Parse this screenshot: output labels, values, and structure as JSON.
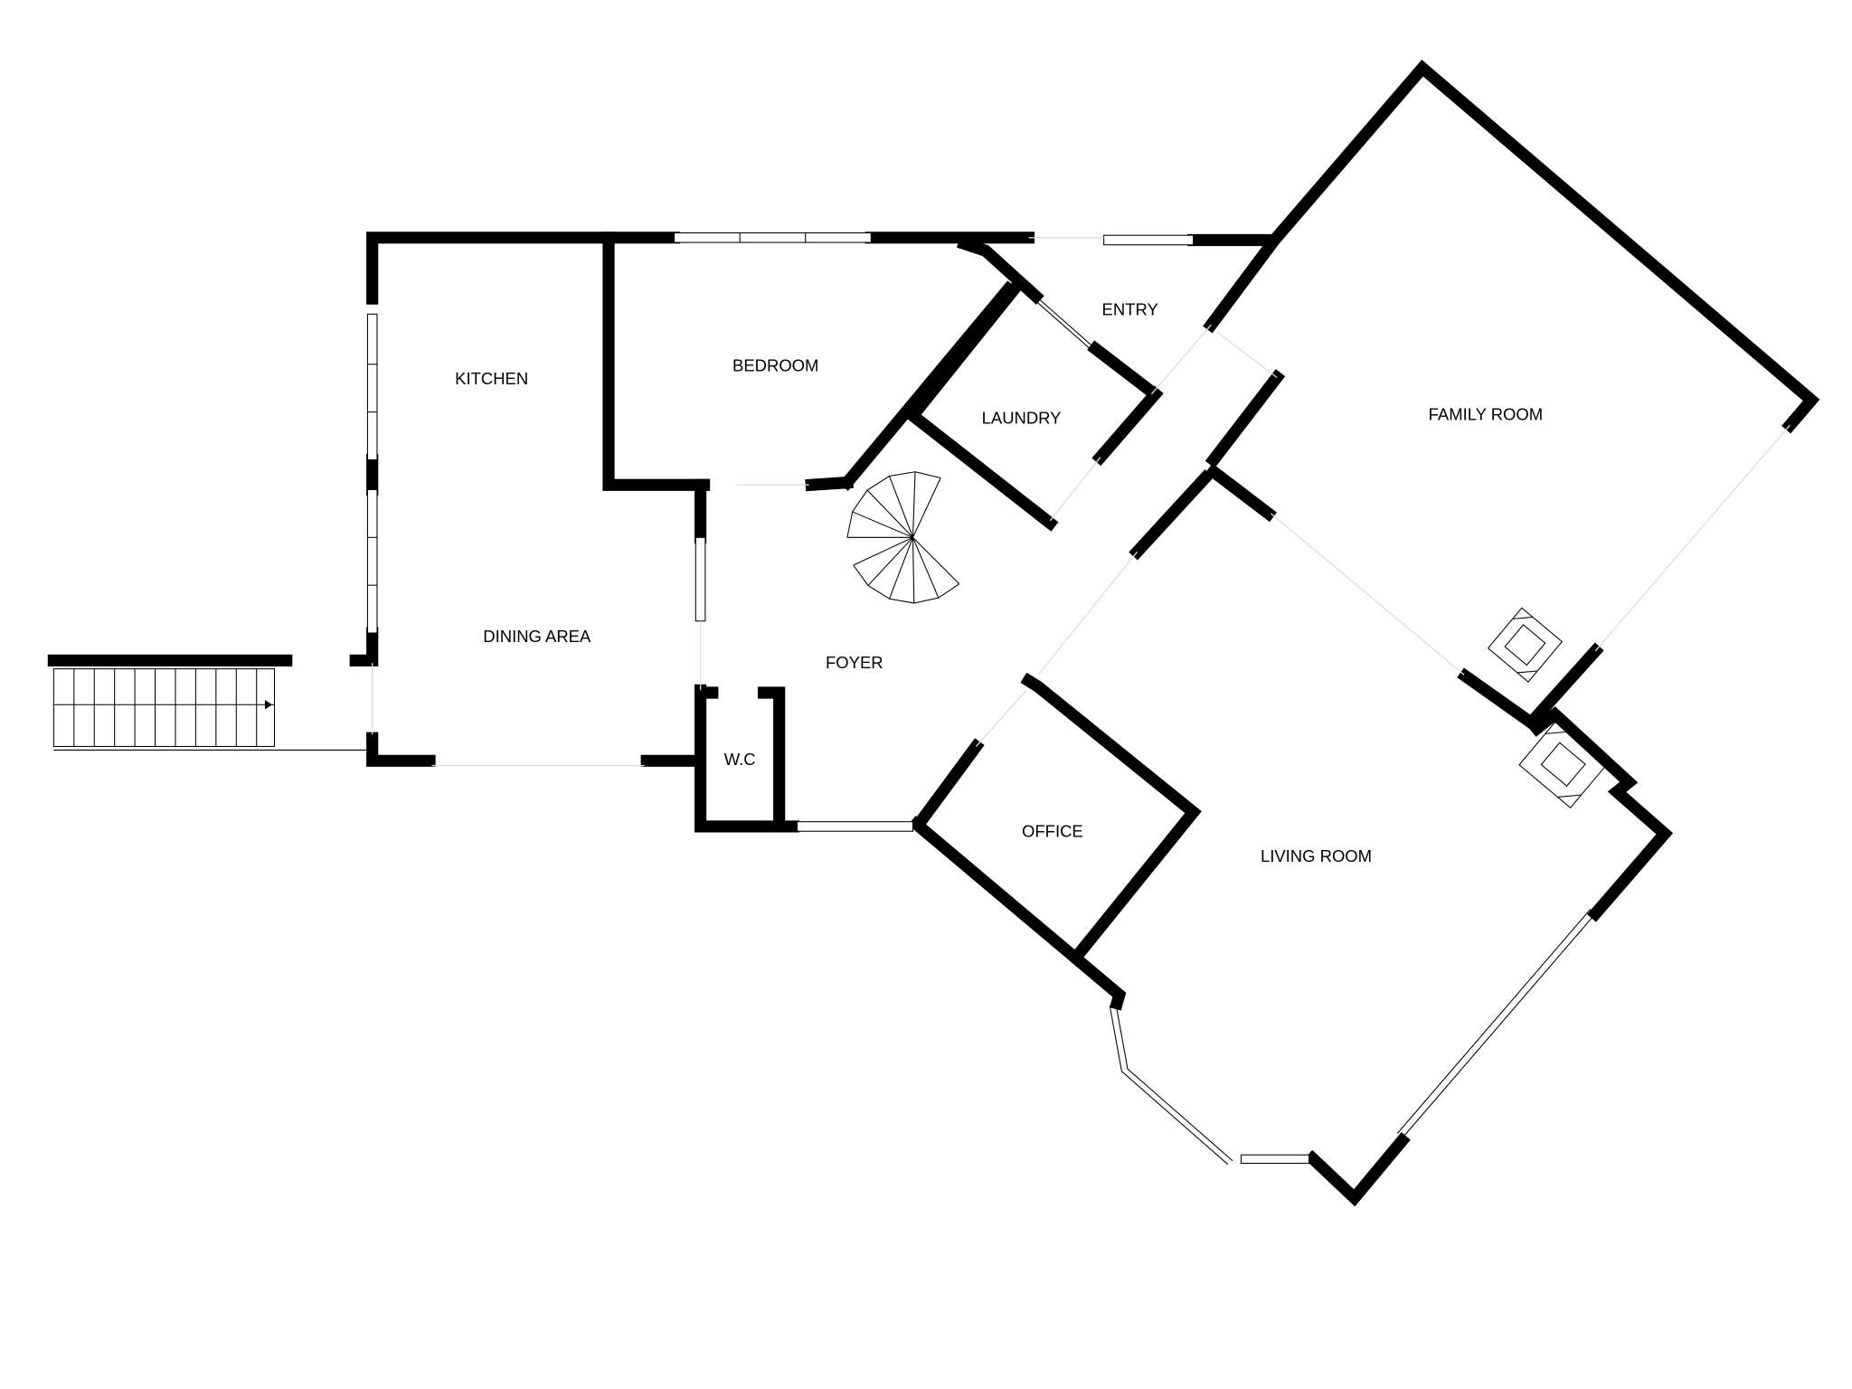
{
  "rooms": {
    "kitchen": "KITCHEN",
    "bedroom": "BEDROOM",
    "entry": "ENTRY",
    "laundry": "LAUNDRY",
    "family_room": "FAMILY ROOM",
    "dining_area": "DINING AREA",
    "foyer": "FOYER",
    "wc": "W.C",
    "office": "OFFICE",
    "living_room": "LIVING ROOM"
  },
  "colors": {
    "wall": "#000000",
    "background": "#ffffff"
  }
}
